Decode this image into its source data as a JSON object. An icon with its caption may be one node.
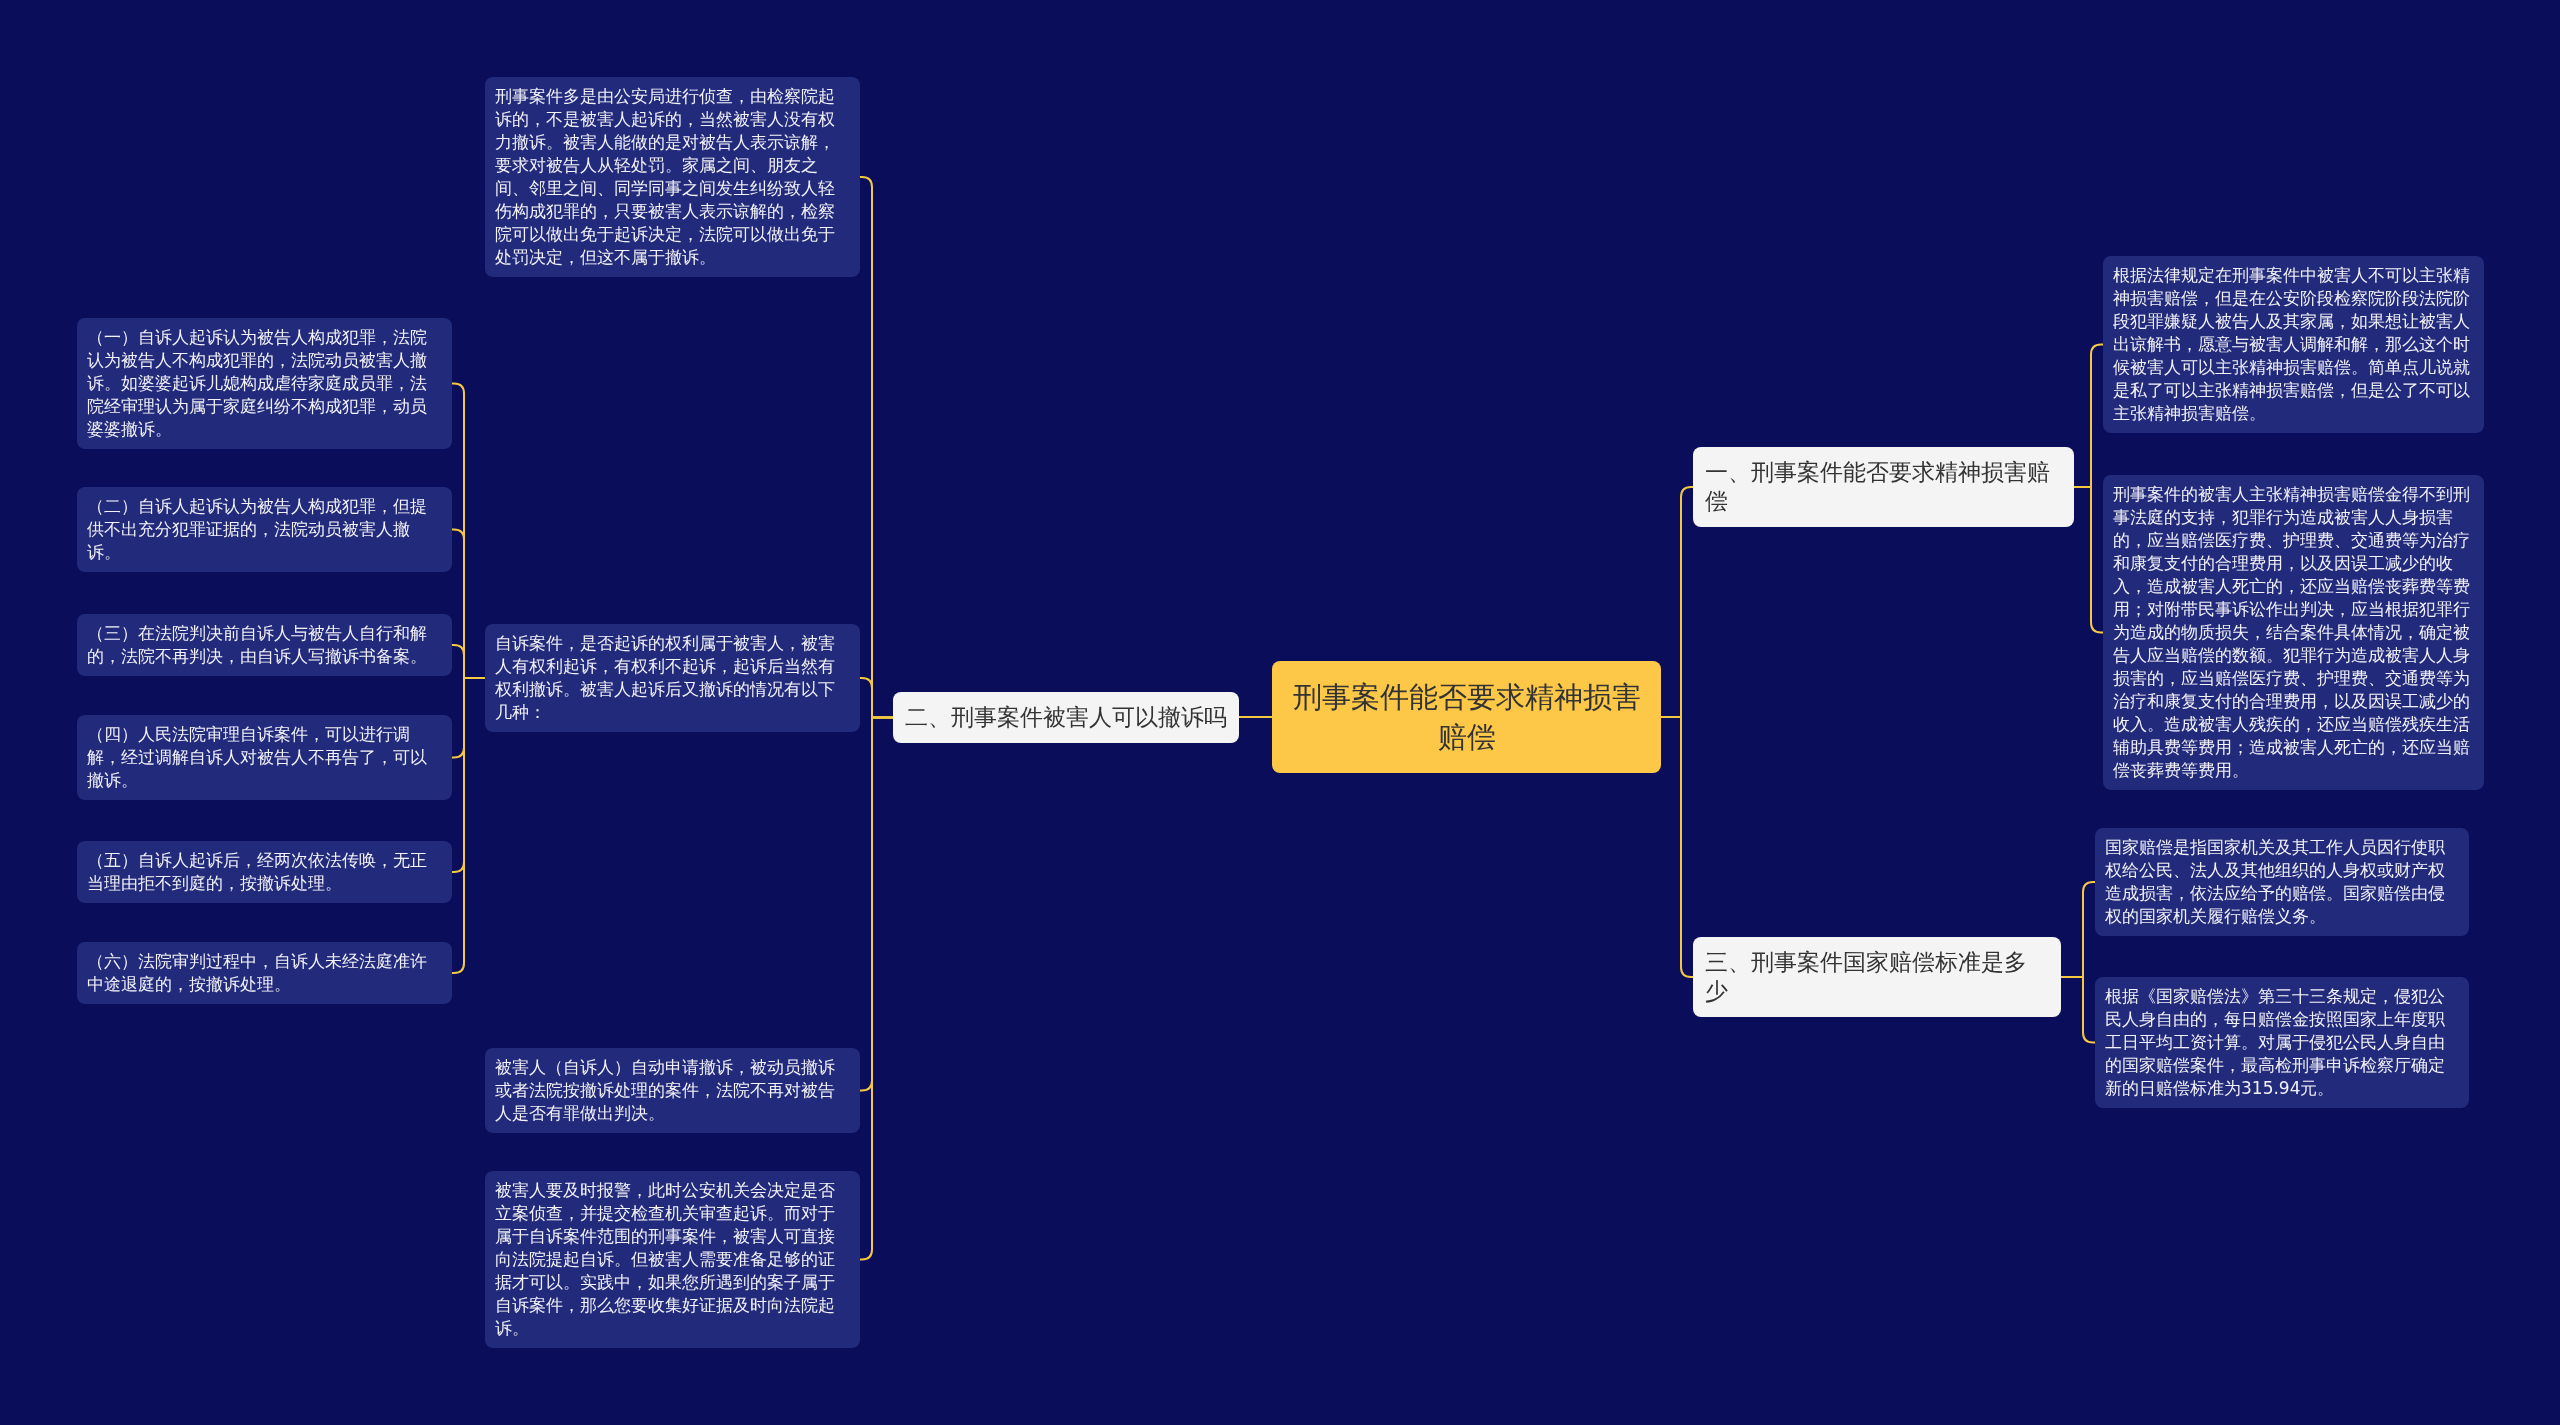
{
  "diagram": {
    "nodes": [
      {
        "text": [
          "刑事案件能否要求精神损害赔偿"
        ]
      },
      {
        "text": [
          "一、刑事案件能否要求精神损害赔偿"
        ]
      },
      {
        "text": [
          "根据法律规定在刑事案件中被害人不可以主张精神损害赔偿，但是在公安阶段检察院阶段法院阶段犯罪嫌疑人被告人及其家属，如果想让被害人出谅解书，愿意与被害人调解和解，那么这个时候被害人可以主张精神损害赔偿。简单点儿说就是私了可以主张精神损害赔偿，但是公了不可以主张精神损害赔偿。"
        ]
      },
      {
        "text": [
          "刑事案件的被害人主张精神损害赔偿金得不到刑事法庭的支持，犯罪行为造成被害人人身损害的，应当赔偿医疗费、护理费、交通费等为治疗和康复支付的合理费用，以及因误工减少的收入，造成被害人死亡的，还应当赔偿丧葬费等费用；对附带民事诉讼作出判决，应当根据犯罪行为造成的物质损失，结合案件具体情况，确定被告人应当赔偿的数额。犯罪行为造成被害人人身损害的，应当赔偿医疗费、护理费、交通费等为治疗和康复支付的合理费用，以及因误工减少的收入。造成被害人残疾的，还应当赔偿残疾生活辅助具费等费用；造成被害人死亡的，还应当赔偿丧葬费等费用。"
        ]
      },
      {
        "text": [
          "二、刑事案件被害人可以撤诉吗"
        ]
      },
      {
        "text": [
          "刑事案件多是由公安局进行侦查，由检察院起诉的，不是被害人起诉的，当然被害人没有权力撤诉。被害人能做的是对被告人表示谅解，要求对被告人从轻处罚。家属之间、朋友之间、邻里之间、同学同事之间发生纠纷致人轻伤构成犯罪的，只要被害人表示谅解的，检察院可以做出免于起诉决定，法院可以做出免于处罚决定，但这不属于撤诉。"
        ]
      },
      {
        "text": [
          "自诉案件，是否起诉的权利属于被害人，被害人有权利起诉，有权利不起诉，起诉后当然有权利撤诉。被害人起诉后又撤诉的情况有以下几种："
        ]
      },
      {
        "text": [
          "（一）自诉人起诉认为被告人构成犯罪，法院认为被告人不构成犯罪的，法院动员被害人撤诉。如婆婆起诉儿媳构成虐待家庭成员罪，法院经审理认为属于家庭纠纷不构成犯罪，动员婆婆撤诉。"
        ]
      },
      {
        "text": [
          "（二）自诉人起诉认为被告人构成犯罪，但提供不出充分犯罪证据的，法院动员被害人撤诉。"
        ]
      },
      {
        "text": [
          "（三）在法院判决前自诉人与被告人自行和解的，法院不再判决，由自诉人写撤诉书备案。"
        ]
      },
      {
        "text": [
          "（四）人民法院审理自诉案件，可以进行调解，经过调解自诉人对被告人不再告了，可以撤诉。"
        ]
      },
      {
        "text": [
          "（五）自诉人起诉后，经两次依法传唤，无正当理由拒不到庭的，按撤诉处理。"
        ]
      },
      {
        "text": [
          "（六）法院审判过程中，自诉人未经法庭准许中途退庭的，按撤诉处理。"
        ]
      },
      {
        "text": [
          "被害人（自诉人）自动申请撤诉，被动员撤诉或者法院按撤诉处理的案件，法院不再对被告人是否有罪做出判决。"
        ]
      },
      {
        "text": [
          "被害人要及时报警，此时公安机关会决定是否立案侦查，并提交检查机关审查起诉。而对于属于自诉案件范围的刑事案件，被害人可直接向法院提起自诉。但被害人需要准备足够的证据才可以。实践中，如果您所遇到的案子属于自诉案件，那么您要收集好证据及时向法院起诉。"
        ]
      },
      {
        "text": [
          "三、刑事案件国家赔偿标准是多少"
        ]
      },
      {
        "text": [
          "国家赔偿是指国家机关及其工作人员因行使职权给公民、法人及其他组织的人身权或财产权造成损害，依法应给予的赔偿。国家赔偿由侵权的国家机关履行赔偿义务。"
        ]
      },
      {
        "text": [
          "根据《国家赔偿法》第三十三条规定，侵犯公民人身自由的，每日赔偿金按照国家上年度职工日平均工资计算。对属于侵犯公民人身自由的国家赔偿案件，最高检刑事申诉检察厅确定新的日赔偿标准为315.94元。"
        ]
      }
    ],
    "edges": [
      {
        "from": 0,
        "to": 1,
        "arrow": "none"
      },
      {
        "from": 1,
        "to": 2,
        "arrow": "none"
      },
      {
        "from": 1,
        "to": 3,
        "arrow": "none"
      },
      {
        "from": 0,
        "to": 4,
        "arrow": "none"
      },
      {
        "from": 4,
        "to": 5,
        "arrow": "none"
      },
      {
        "from": 4,
        "to": 6,
        "arrow": "none"
      },
      {
        "from": 6,
        "to": 7,
        "arrow": "none"
      },
      {
        "from": 6,
        "to": 8,
        "arrow": "none"
      },
      {
        "from": 6,
        "to": 9,
        "arrow": "none"
      },
      {
        "from": 6,
        "to": 10,
        "arrow": "none"
      },
      {
        "from": 6,
        "to": 11,
        "arrow": "none"
      },
      {
        "from": 6,
        "to": 12,
        "arrow": "none"
      },
      {
        "from": 4,
        "to": 13,
        "arrow": "none"
      },
      {
        "from": 4,
        "to": 14,
        "arrow": "none"
      },
      {
        "from": 0,
        "to": 15,
        "arrow": "none"
      },
      {
        "from": 15,
        "to": 16,
        "arrow": "none"
      },
      {
        "from": 15,
        "to": 17,
        "arrow": "none"
      }
    ]
  }
}
